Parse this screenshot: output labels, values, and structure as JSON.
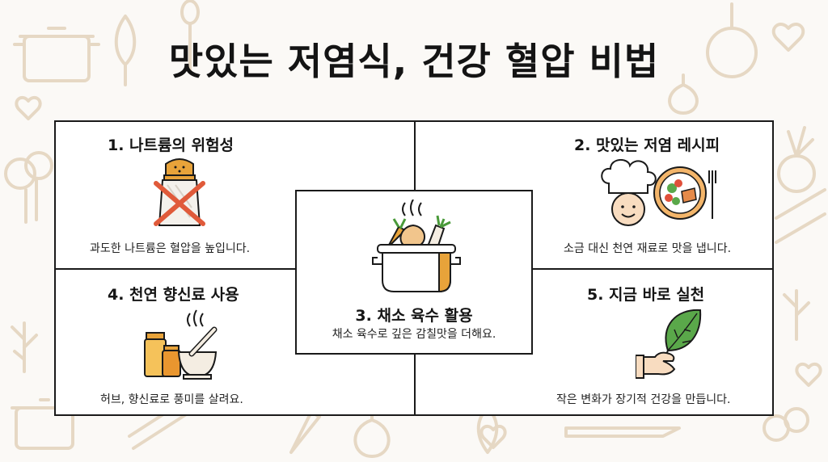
{
  "title": "맛있는 저염식, 건강 혈압 비법",
  "cells": {
    "c1": {
      "title": "1. 나트륨의 위험성",
      "desc": "과도한 나트륨은 혈압을 높입니다.",
      "icon": "salt-shaker-crossed-icon"
    },
    "c2": {
      "title": "2. 맛있는 저염 레시피",
      "desc": "소금 대신 천연 재료로 맛을 냅니다.",
      "icon": "chef-with-plate-icon"
    },
    "c3": {
      "title": "3. 채소 육수 활용",
      "desc": "채소 육수로 깊은 감칠맛을 더해요.",
      "icon": "vegetable-stock-pot-icon"
    },
    "c4": {
      "title": "4. 천연 향신료 사용",
      "desc": "허브, 향신료로 풍미를 살려요.",
      "icon": "spices-mortar-icon"
    },
    "c5": {
      "title": "5. 지금 바로 실천",
      "desc": "작은 변화가 장기적 건강을 만듭니다.",
      "icon": "hand-holding-leaf-icon"
    }
  },
  "colors": {
    "accent": "#e8a33a",
    "line": "#1a1a1a",
    "cross": "#e05a3a",
    "leaf": "#4a9a3a",
    "background_doodle": "#e9dccb"
  }
}
